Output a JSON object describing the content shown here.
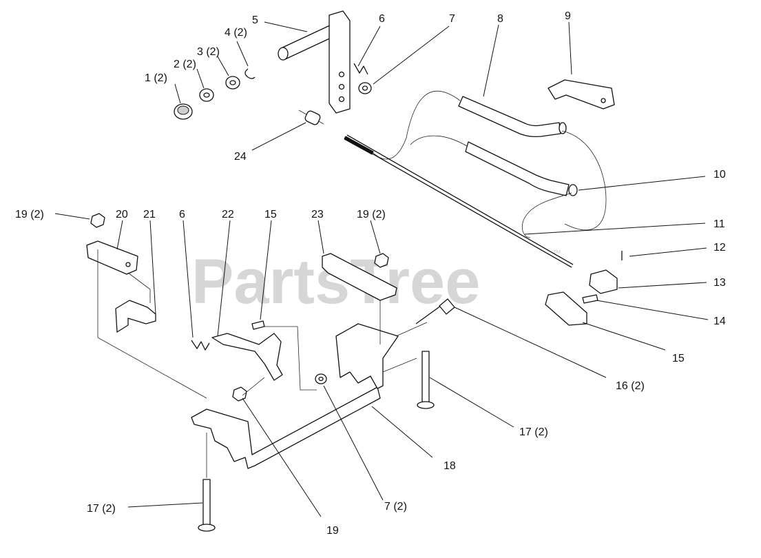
{
  "watermark": {
    "text": "PartsTree",
    "trademark": "™"
  },
  "callouts": {
    "c1": "1 (2)",
    "c2": "2 (2)",
    "c3": "3 (2)",
    "c4": "4 (2)",
    "c5": "5",
    "c6a": "6",
    "c7a": "7",
    "c8": "8",
    "c9": "9",
    "c10": "10",
    "c11": "11",
    "c12": "12",
    "c13": "13",
    "c14": "14",
    "c15a": "15",
    "c15b": "15",
    "c16": "16 (2)",
    "c17a": "17 (2)",
    "c17b": "17 (2)",
    "c18": "18",
    "c19a": "19 (2)",
    "c19b": "19 (2)",
    "c19c": "19",
    "c20": "20",
    "c21": "21",
    "c6b": "6",
    "c22": "22",
    "c23": "23",
    "c24": "24",
    "c7b": "7 (2)"
  }
}
